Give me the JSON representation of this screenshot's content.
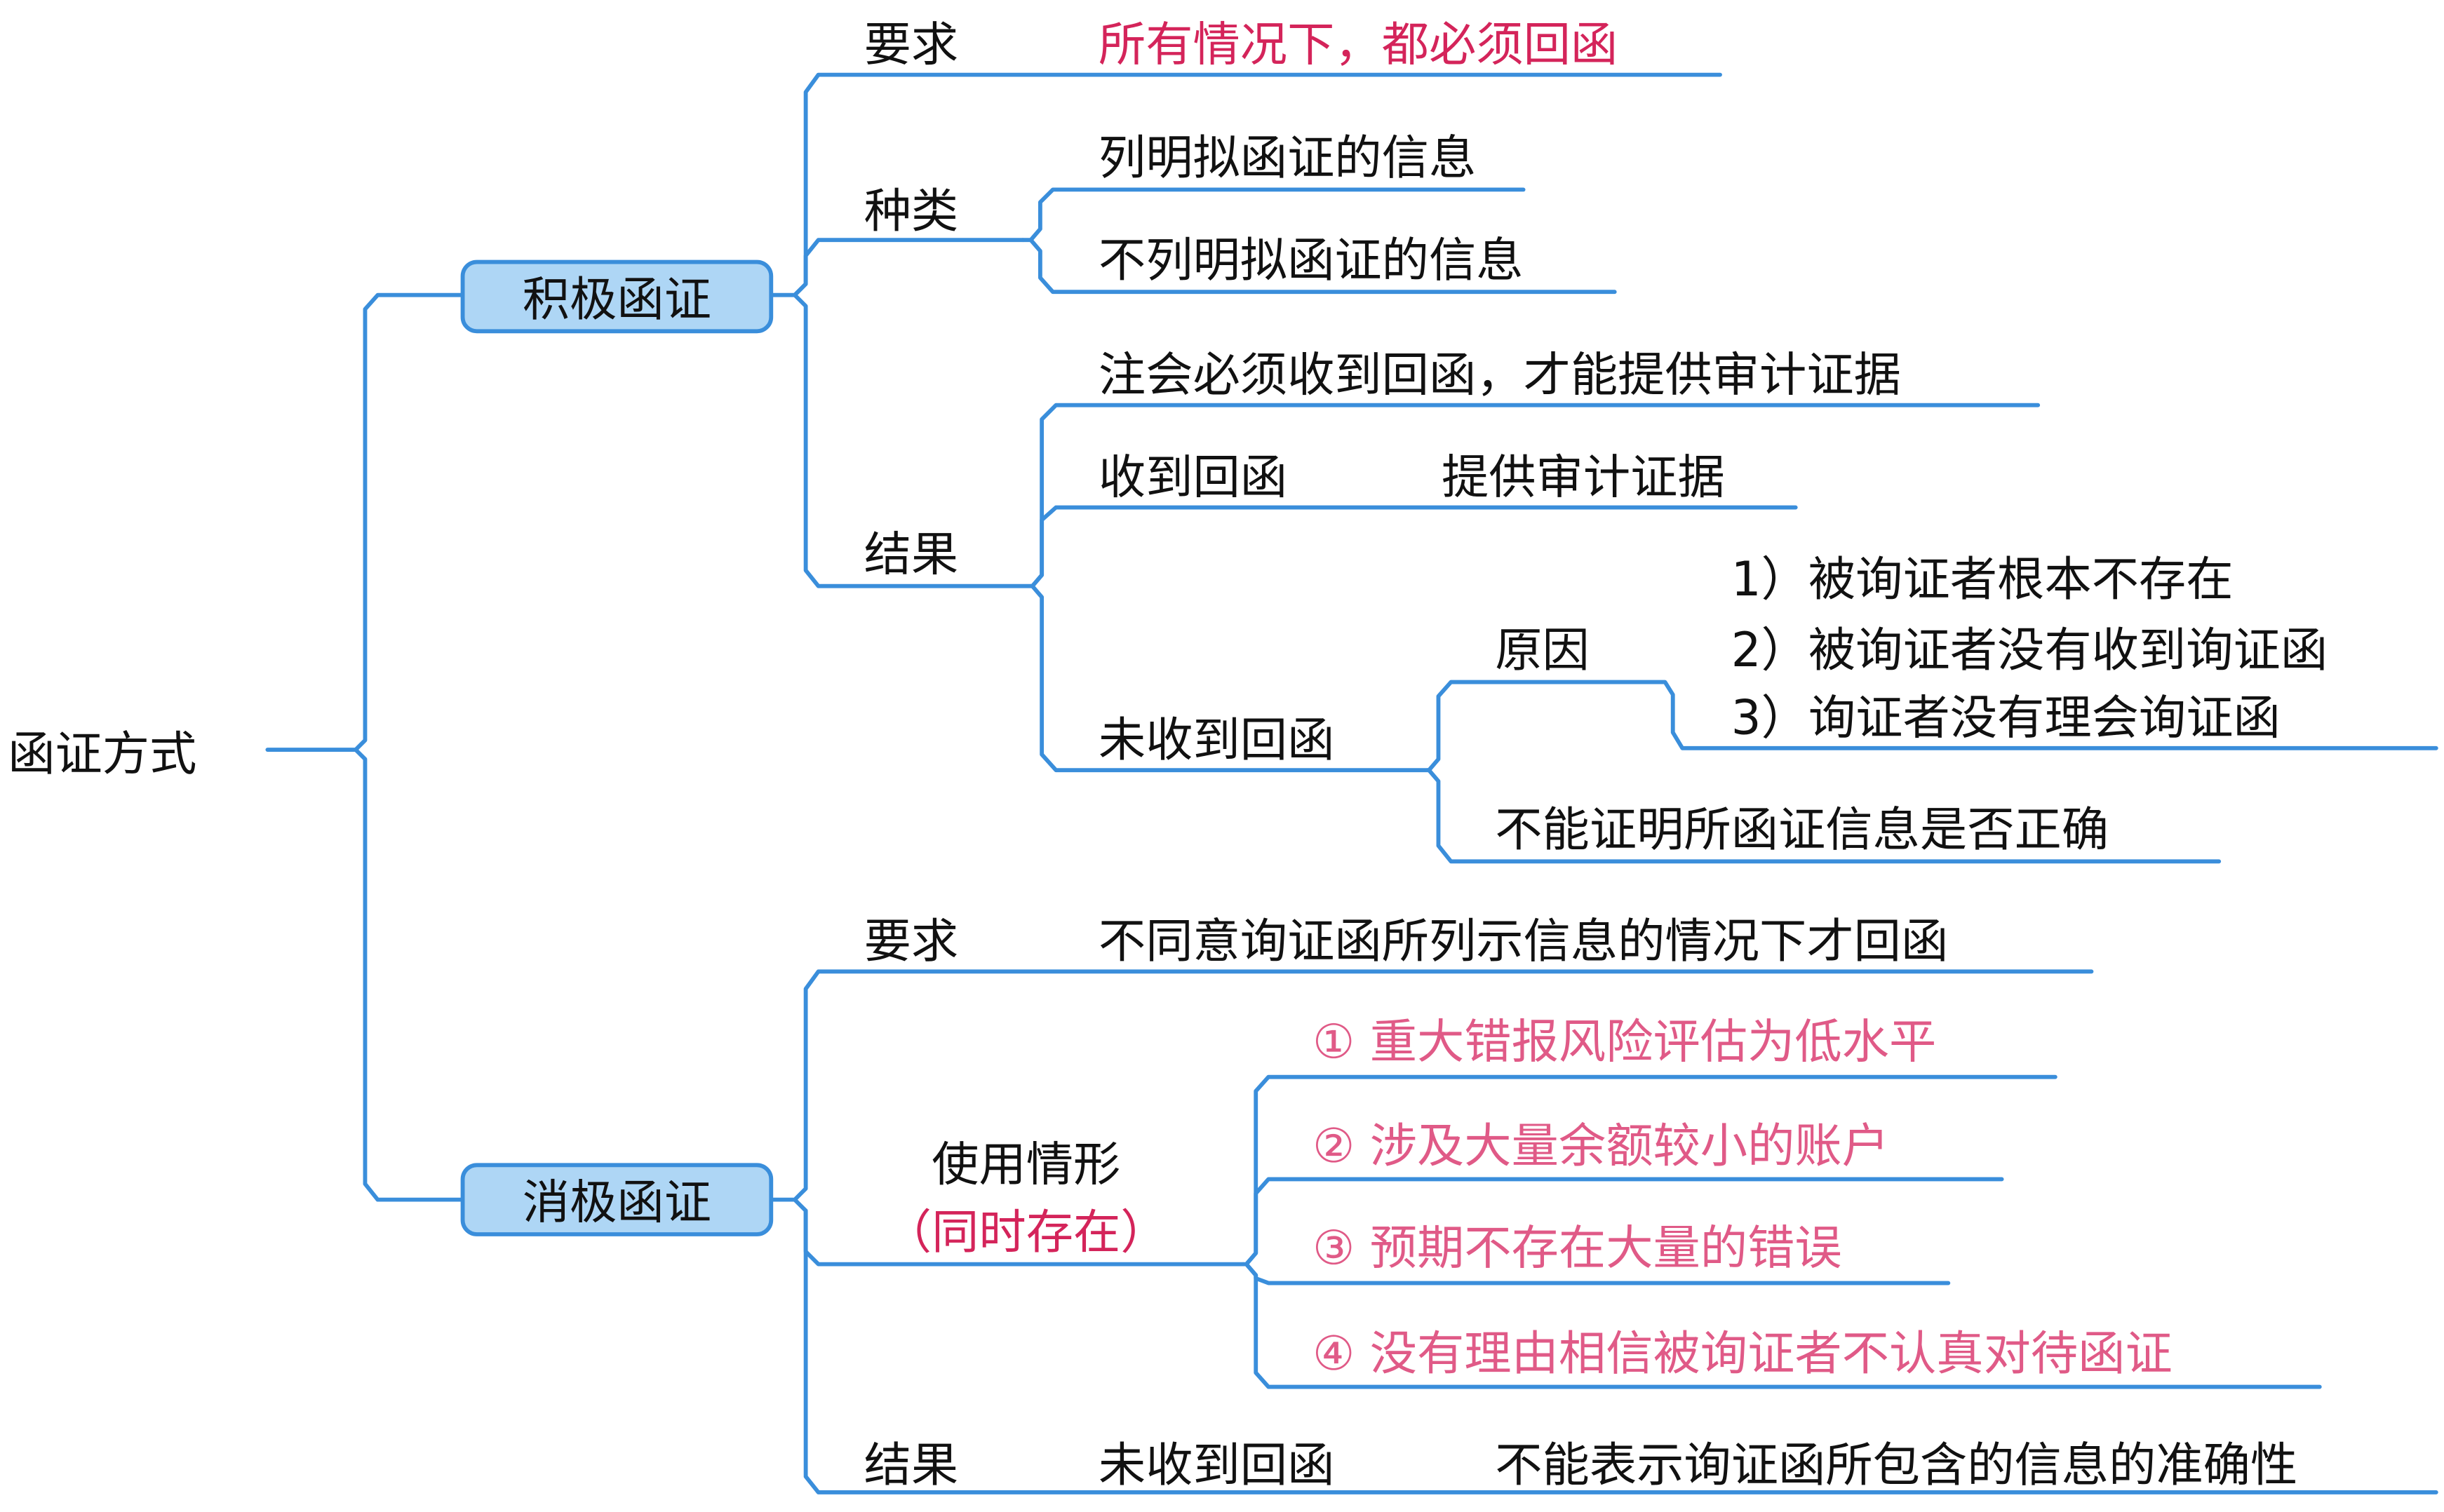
{
  "root": "函证方式",
  "positive": {
    "label": "积极函证",
    "requirement": {
      "label": "要求",
      "value": "所有情况下，都必须回函"
    },
    "types": {
      "label": "种类",
      "items": [
        "列明拟函证的信息",
        "不列明拟函证的信息"
      ]
    },
    "result": {
      "label": "结果",
      "note": "注会必须收到回函，才能提供审计证据",
      "received": {
        "label": "收到回函",
        "value": "提供审计证据"
      },
      "not_received": {
        "label": "未收到回函",
        "reasons": {
          "label": "原因",
          "items": [
            "1）被询证者根本不存在",
            "2）被询证者没有收到询证函",
            "3）询证者没有理会询证函"
          ]
        },
        "conclusion": "不能证明所函证信息是否正确"
      }
    }
  },
  "negative": {
    "label": "消极函证",
    "requirement": {
      "label": "要求",
      "value": "不同意询证函所列示信息的情况下才回函"
    },
    "usage": {
      "label": "使用情形",
      "sublabel": "（同时存在）",
      "items": [
        "① 重大错报风险评估为低水平",
        "② 涉及大量余额较小的账户",
        "③ 预期不存在大量的错误",
        "④ 没有理由相信被询证者不认真对待函证"
      ]
    },
    "result": {
      "label": "结果",
      "condition": "未收到回函",
      "value": "不能表示询证函所包含的信息的准确性"
    }
  },
  "colors": {
    "line": "#3A8EDB",
    "box_fill": "#AED6F5",
    "emphasis": "#D4245A",
    "highlight": "#E05A87"
  }
}
